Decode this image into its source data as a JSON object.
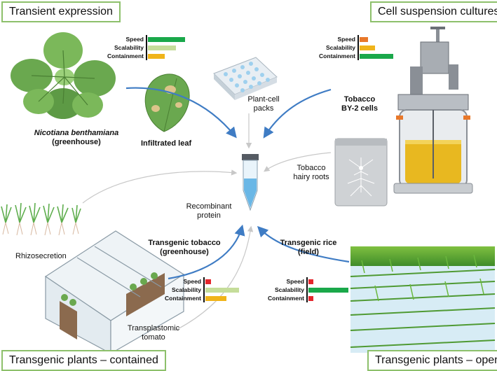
{
  "colors": {
    "green": "#1aa84a",
    "light_green": "#c5dd9a",
    "orange": "#f0b41a",
    "dark_orange": "#e8782a",
    "red": "#e4262c",
    "arrow_blue": "#3f7cc4",
    "corner_border": "#8dc06b"
  },
  "corners": {
    "top_left": "Transient expression",
    "top_right": "Cell suspension cultures",
    "bottom_left": "Transgenic plants – contained",
    "bottom_right": "Transgenic plants – open"
  },
  "labels": {
    "nicotiana_name": "Nicotiana benthamiana",
    "nicotiana_place": "(greenhouse)",
    "infiltrated_leaf": "Infiltrated leaf",
    "plant_cell_1": "Plant-cell",
    "plant_cell_2": "packs",
    "by2_1": "Tobacco",
    "by2_2": "BY-2 cells",
    "hairy_1": "Tobacco",
    "hairy_2": "hairy roots",
    "recombinant_1": "Recombinant",
    "recombinant_2": "protein",
    "rhizosecretion": "Rhizosecretion",
    "tobacco_1": "Transgenic tobacco",
    "tobacco_2": "(greenhouse)",
    "rice_1": "Transgenic rice",
    "rice_2": "(field)",
    "tomato_1": "Transplastomic",
    "tomato_2": "tomato"
  },
  "metric_names": [
    "Speed",
    "Scalability",
    "Containment"
  ],
  "metrics": {
    "transient": [
      {
        "level": 0.83,
        "color": "green"
      },
      {
        "level": 0.62,
        "color": "light_green"
      },
      {
        "level": 0.37,
        "color": "orange"
      }
    ],
    "cell": [
      {
        "level": 0.22,
        "color": "dark_orange"
      },
      {
        "level": 0.4,
        "color": "orange"
      },
      {
        "level": 0.85,
        "color": "green"
      }
    ],
    "tobacco": [
      {
        "level": 0.11,
        "color": "red"
      },
      {
        "level": 0.67,
        "color": "light_green"
      },
      {
        "level": 0.42,
        "color": "orange"
      }
    ],
    "rice": [
      {
        "level": 0.12,
        "color": "red"
      },
      {
        "level": 0.95,
        "color": "green"
      },
      {
        "level": 0.12,
        "color": "red"
      }
    ]
  }
}
